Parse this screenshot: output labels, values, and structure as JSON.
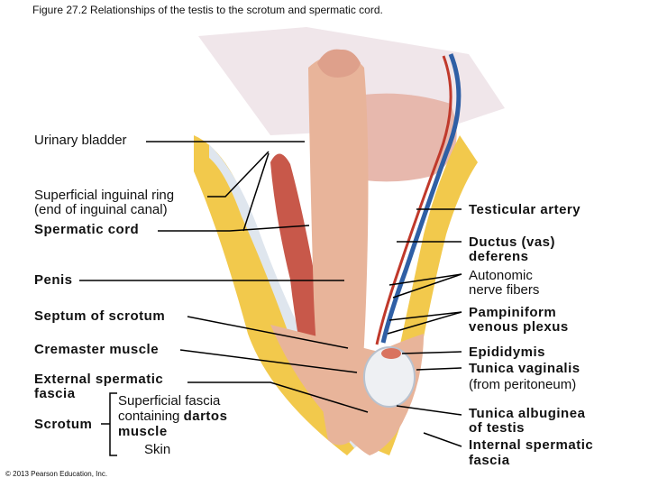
{
  "title": "Figure 27.2 Relationships of the testis to the scrotum and spermatic cord.",
  "copyright": "© 2013 Pearson Education, Inc.",
  "left_labels": {
    "urinary_bladder": "Urinary bladder",
    "sup_ing_ring_1": "Superficial inguinal ring",
    "sup_ing_ring_2": "(end of inguinal canal)",
    "spermatic_cord": "Spermatic cord",
    "penis": "Penis",
    "septum": "Septum of scrotum",
    "cremaster": "Cremaster muscle",
    "ext_fascia_1": "External spermatic",
    "ext_fascia_2": "fascia",
    "scrotum": "Scrotum",
    "sup_fascia_1": "Superficial fascia",
    "sup_fascia_2a": "containing",
    "sup_fascia_2b": "dartos",
    "sup_fascia_3": "muscle",
    "skin": "Skin"
  },
  "right_labels": {
    "testicular_artery": "Testicular artery",
    "ductus_1": "Ductus (vas)",
    "ductus_2": "deferens",
    "autonomic_1": "Autonomic",
    "autonomic_2": "nerve fibers",
    "pampiniform_1": "Pampiniform",
    "pampiniform_2": "venous plexus",
    "epididymis": "Epididymis",
    "tunica_vag_1": "Tunica vaginalis",
    "tunica_vag_2": "(from peritoneum)",
    "tunica_alb_1": "Tunica albuginea",
    "tunica_alb_2": "of testis",
    "int_fascia_1": "Internal spermatic",
    "int_fascia_2": "fascia"
  },
  "colors": {
    "skin": "#e8b49a",
    "muscle": "#c8584a",
    "fat": "#f2c94c",
    "artery": "#c0392b",
    "vein": "#2f5fa5",
    "fascia": "#dfe6ee",
    "testis": "#eef0f3"
  }
}
